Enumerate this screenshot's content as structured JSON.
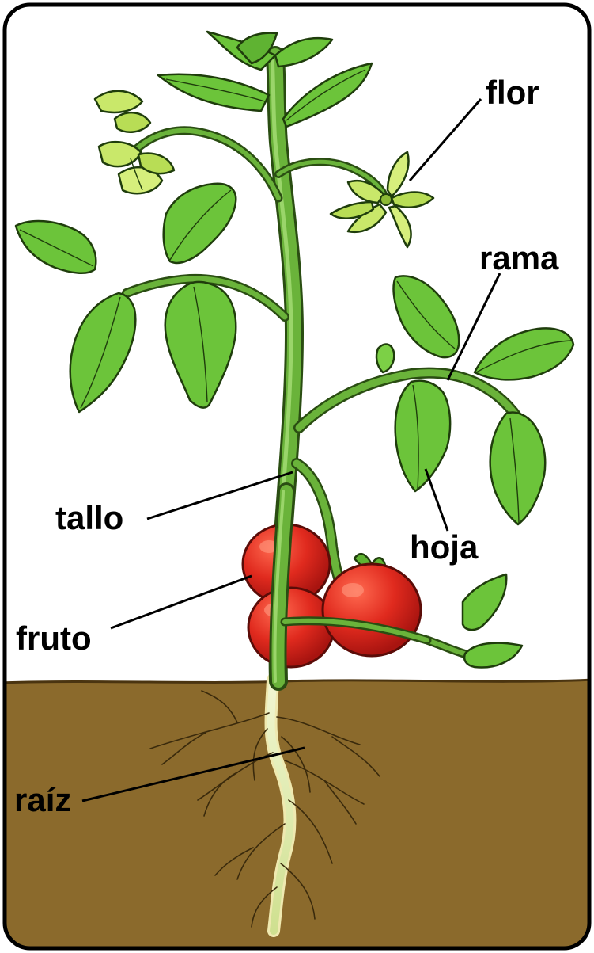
{
  "diagram": {
    "labels": {
      "flor": "flor",
      "rama": "rama",
      "tallo": "tallo",
      "hoja": "hoja",
      "fruto": "fruto",
      "raiz": "raíz"
    },
    "colors": {
      "border": "#000000",
      "sky": "#ffffff",
      "soil": "#8b6a2c",
      "leaf_fill": "#6cc43a",
      "leaf_light": "#8ad550",
      "stem": "#5ea532",
      "root": "#e2eeb8",
      "fruit": "#e02a1e",
      "flower": "#c9e86a"
    }
  }
}
